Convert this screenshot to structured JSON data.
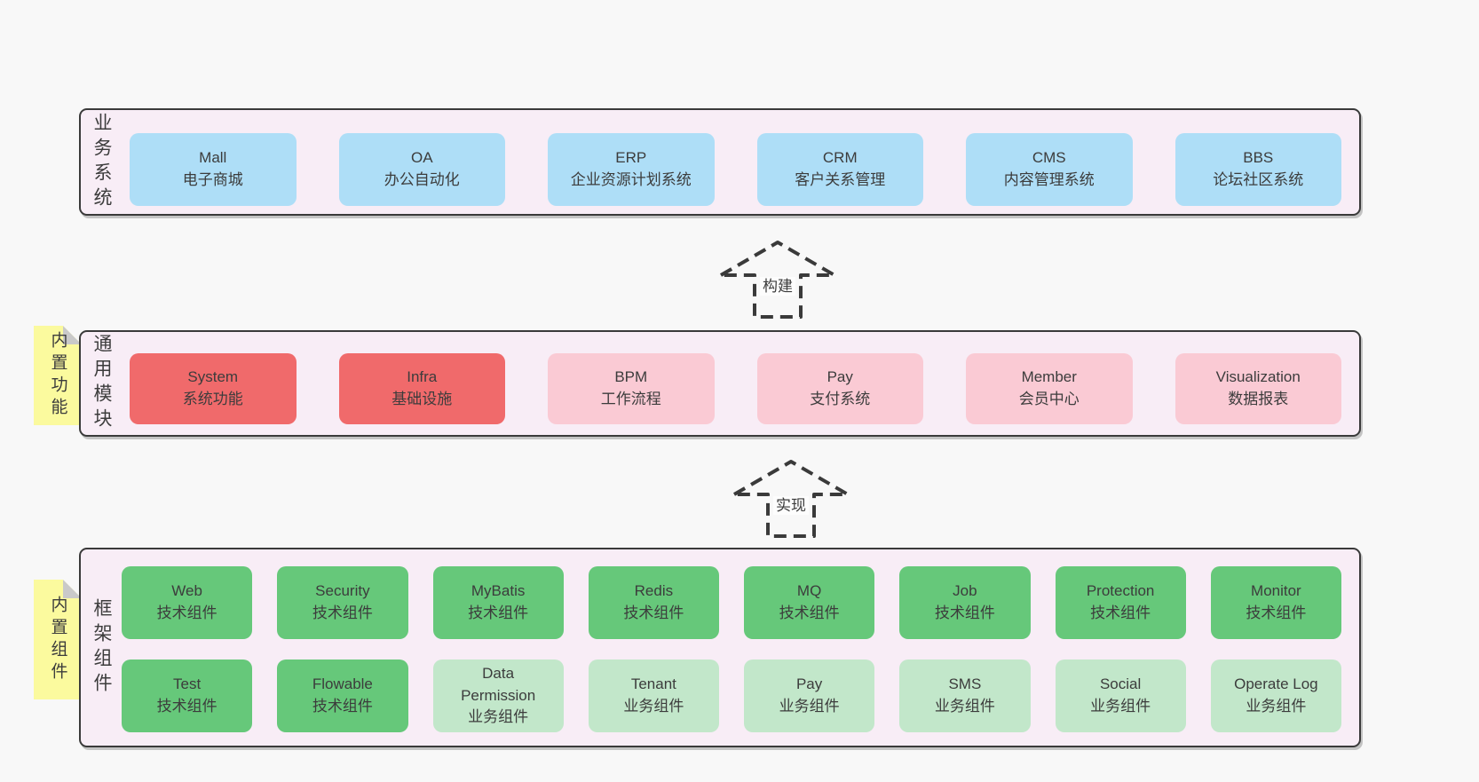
{
  "colors": {
    "page-bg": "#f8f8f8",
    "panel-bg": "#f8edf6",
    "panel-border": "#3a3a3a",
    "blue": "#aedef7",
    "red": "#f06a6b",
    "pink": "#facad4",
    "green": "#66c87a",
    "lightgreen": "#c2e7ca",
    "yellow": "#fbfa9e",
    "fold": "#c9c9c9",
    "text": "#3c3c3c",
    "arrow": "#3a3a3a",
    "arrow-label-bg": "#fdfdfd"
  },
  "arrows": [
    {
      "label": "构建"
    },
    {
      "label": "实现"
    }
  ],
  "layers": [
    {
      "label": "业务系统",
      "sticky": null,
      "rows": [
        [
          {
            "title": "Mall",
            "subtitle": "电子商城",
            "variant": "blue"
          },
          {
            "title": "OA",
            "subtitle": "办公自动化",
            "variant": "blue"
          },
          {
            "title": "ERP",
            "subtitle": "企业资源计划系统",
            "variant": "blue"
          },
          {
            "title": "CRM",
            "subtitle": "客户关系管理",
            "variant": "blue"
          },
          {
            "title": "CMS",
            "subtitle": "内容管理系统",
            "variant": "blue"
          },
          {
            "title": "BBS",
            "subtitle": "论坛社区系统",
            "variant": "blue"
          }
        ]
      ]
    },
    {
      "label": "通用模块",
      "sticky": "内置功能",
      "rows": [
        [
          {
            "title": "System",
            "subtitle": "系统功能",
            "variant": "red"
          },
          {
            "title": "Infra",
            "subtitle": "基础设施",
            "variant": "red"
          },
          {
            "title": "BPM",
            "subtitle": "工作流程",
            "variant": "pink"
          },
          {
            "title": "Pay",
            "subtitle": "支付系统",
            "variant": "pink"
          },
          {
            "title": "Member",
            "subtitle": "会员中心",
            "variant": "pink"
          },
          {
            "title": "Visualization",
            "subtitle": "数据报表",
            "variant": "pink"
          }
        ]
      ]
    },
    {
      "label": "框架组件",
      "sticky": "内置组件",
      "rows": [
        [
          {
            "title": "Web",
            "subtitle": "技术组件",
            "variant": "green"
          },
          {
            "title": "Security",
            "subtitle": "技术组件",
            "variant": "green"
          },
          {
            "title": "MyBatis",
            "subtitle": "技术组件",
            "variant": "green"
          },
          {
            "title": "Redis",
            "subtitle": "技术组件",
            "variant": "green"
          },
          {
            "title": "MQ",
            "subtitle": "技术组件",
            "variant": "green"
          },
          {
            "title": "Job",
            "subtitle": "技术组件",
            "variant": "green"
          },
          {
            "title": "Protection",
            "subtitle": "技术组件",
            "variant": "green"
          },
          {
            "title": "Monitor",
            "subtitle": "技术组件",
            "variant": "green"
          }
        ],
        [
          {
            "title": "Test",
            "subtitle": "技术组件",
            "variant": "green"
          },
          {
            "title": "Flowable",
            "subtitle": "技术组件",
            "variant": "green"
          },
          {
            "title": "Data\nPermission",
            "subtitle": "业务组件",
            "variant": "lightgreen"
          },
          {
            "title": "Tenant",
            "subtitle": "业务组件",
            "variant": "lightgreen"
          },
          {
            "title": "Pay",
            "subtitle": "业务组件",
            "variant": "lightgreen"
          },
          {
            "title": "SMS",
            "subtitle": "业务组件",
            "variant": "lightgreen"
          },
          {
            "title": "Social",
            "subtitle": "业务组件",
            "variant": "lightgreen"
          },
          {
            "title": "Operate Log",
            "subtitle": "业务组件",
            "variant": "lightgreen"
          }
        ]
      ]
    }
  ]
}
